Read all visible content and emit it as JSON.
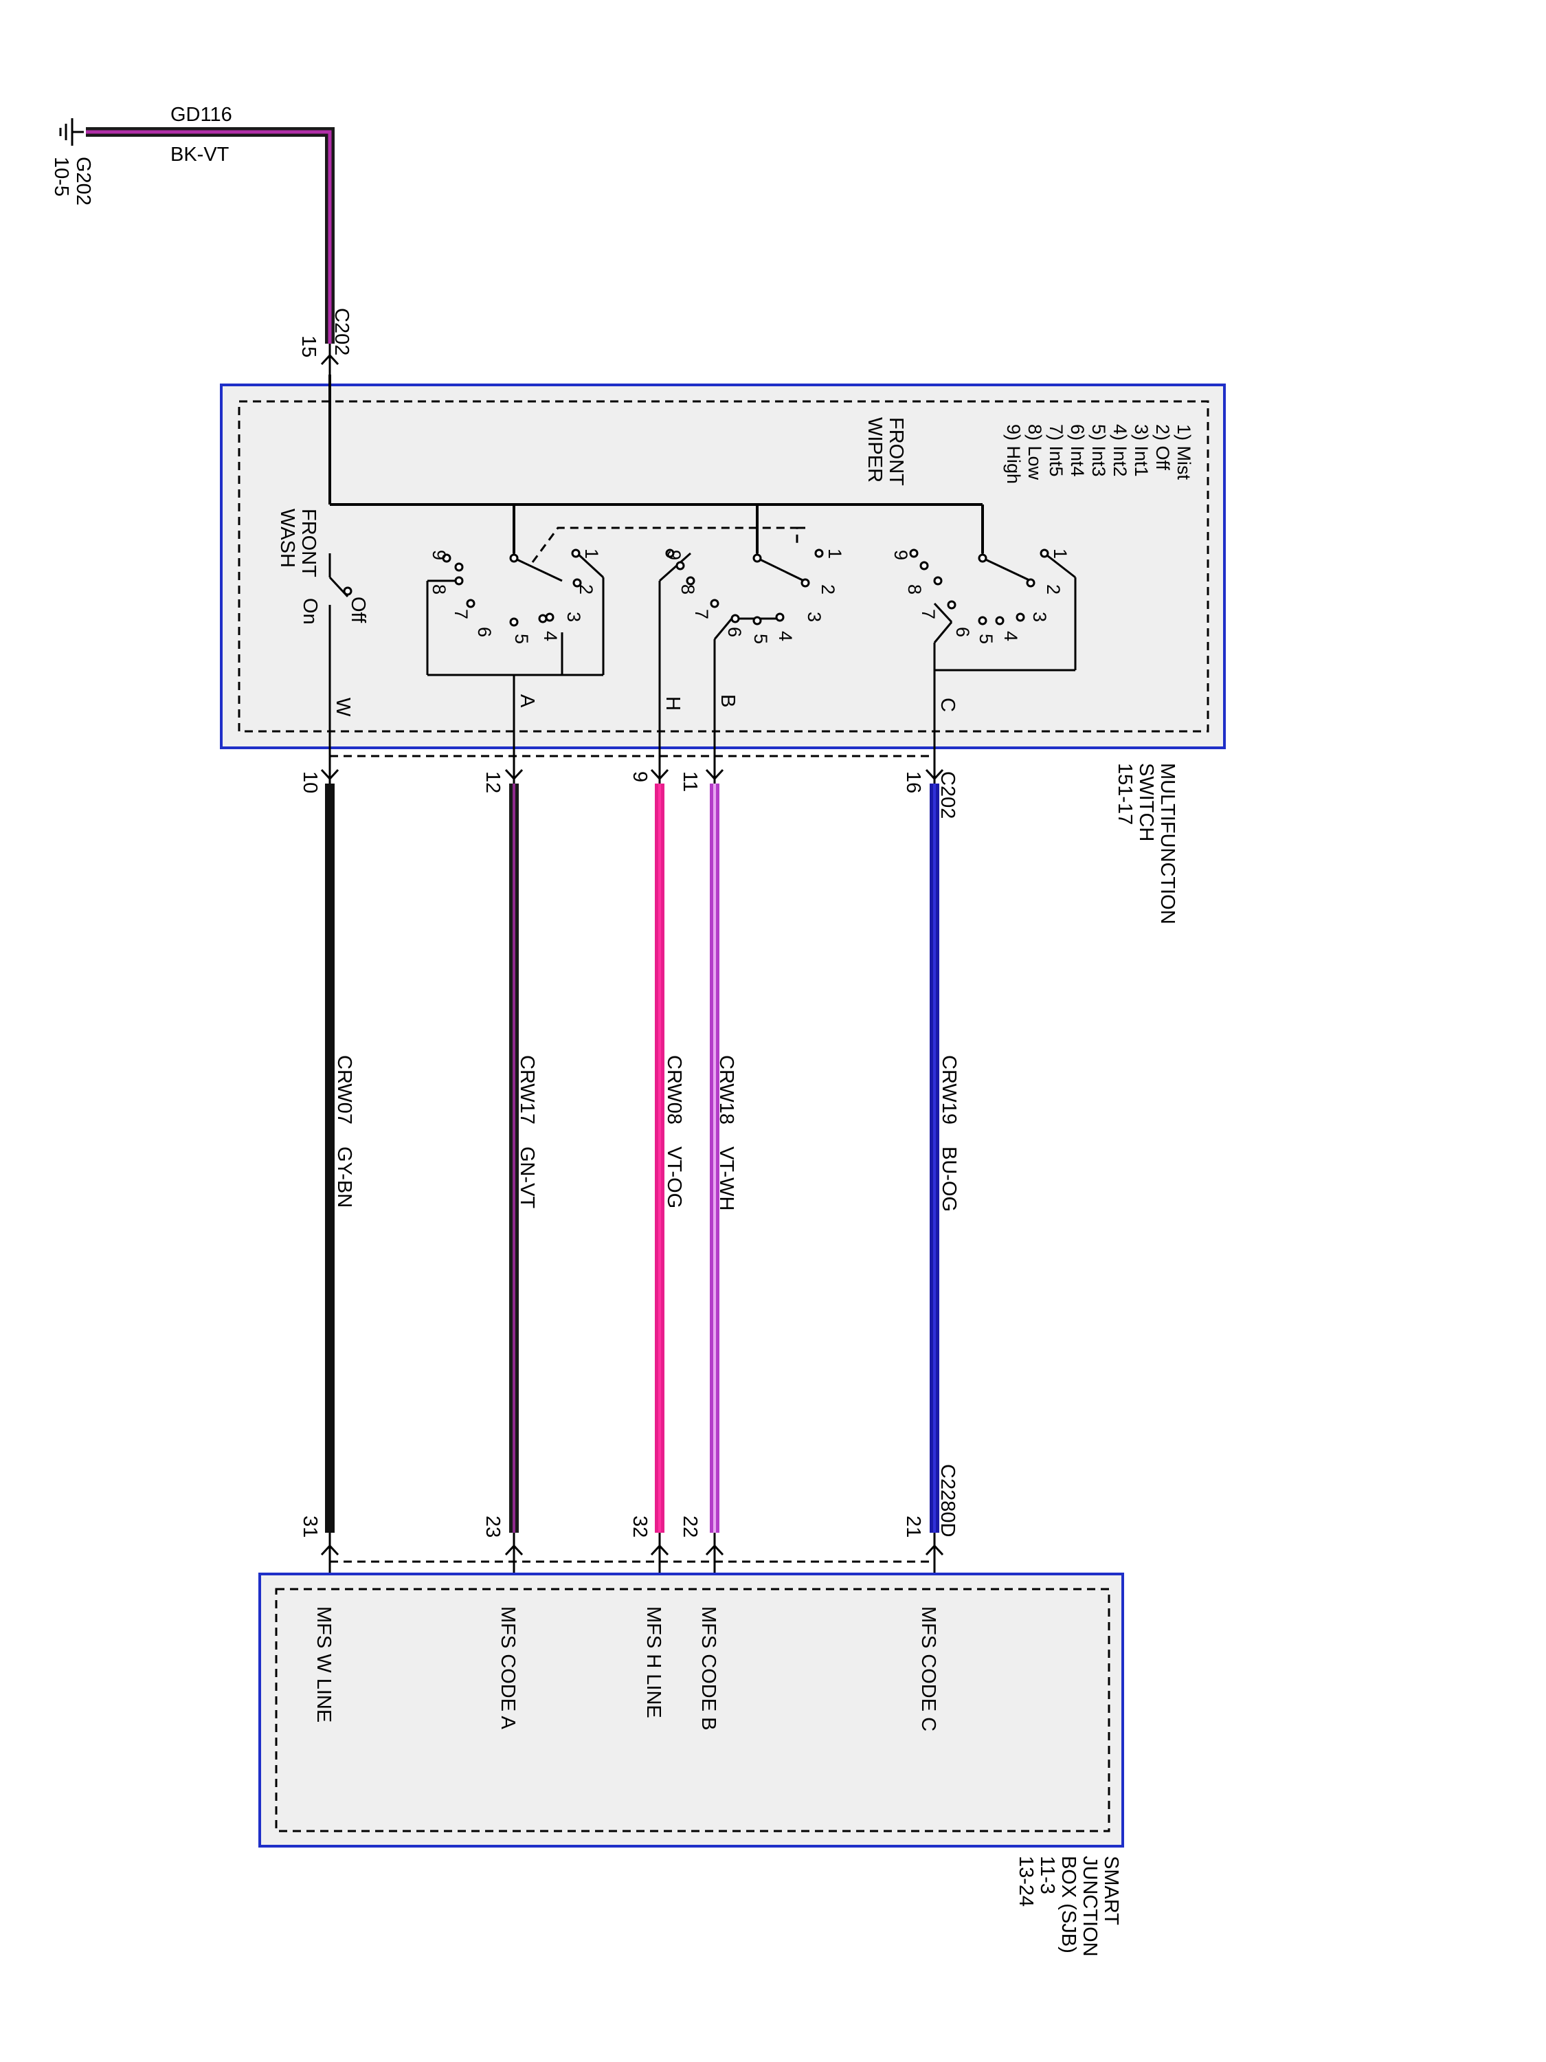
{
  "ground": {
    "symbol_name": "ground-icon",
    "id": "G202",
    "ref": "10-5",
    "circuit": "GD116",
    "color_code": "BK-VT",
    "wire_colors": [
      "#1a1a1a",
      "#b12ea8"
    ]
  },
  "top_connector": {
    "id": "C202",
    "pin": "15"
  },
  "multifunction_switch": {
    "name_lines": [
      "MULTIFUNCTION",
      "SWITCH",
      "151-17"
    ],
    "front_wiper_lines": [
      "FRONT",
      "WIPER"
    ],
    "front_wash_lines": [
      "FRONT",
      "WASH"
    ],
    "positions": [
      "1) Mist",
      "2) Off",
      "3) Int1",
      "4) Int2",
      "5) Int3",
      "6) Int4",
      "7) Int5",
      "8) Low",
      "9) High"
    ],
    "wash_states": [
      "Off",
      "On"
    ],
    "outputs": [
      "W",
      "A",
      "H",
      "B",
      "C"
    ],
    "contact_numbers": [
      "1",
      "2",
      "3",
      "4",
      "5",
      "6",
      "7",
      "8",
      "9"
    ]
  },
  "switch_connector": {
    "id": "C202",
    "pins": [
      "10",
      "12",
      "9",
      "11",
      "16"
    ]
  },
  "sjb_connector": {
    "id": "C2280D",
    "pins": [
      "31",
      "23",
      "32",
      "22",
      "21"
    ]
  },
  "wires": [
    {
      "circuit": "CRW07",
      "color_code": "GY-BN",
      "colors": [
        "#111111",
        "#111111"
      ]
    },
    {
      "circuit": "CRW17",
      "color_code": "GN-VT",
      "colors": [
        "#1a1a1a",
        "#8e2a8c"
      ]
    },
    {
      "circuit": "CRW08",
      "color_code": "VT-OG",
      "colors": [
        "#e81e8c",
        "#ff2fa0"
      ]
    },
    {
      "circuit": "CRW18",
      "color_code": "VT-WH",
      "colors": [
        "#b43cc8",
        "#e8a6f0"
      ]
    },
    {
      "circuit": "CRW19",
      "color_code": "BU-OG",
      "colors": [
        "#1a1aa8",
        "#3030d8"
      ]
    }
  ],
  "sjb": {
    "name_lines": [
      "SMART",
      "JUNCTION",
      "BOX (SJB)",
      "11-3",
      "13-24"
    ],
    "lines": [
      "MFS W LINE",
      "MFS CODE A",
      "MFS H LINE",
      "MFS CODE B",
      "MFS CODE C"
    ]
  },
  "colors": {
    "module_border": "#1f2fc8",
    "module_fill": "#efefef"
  }
}
